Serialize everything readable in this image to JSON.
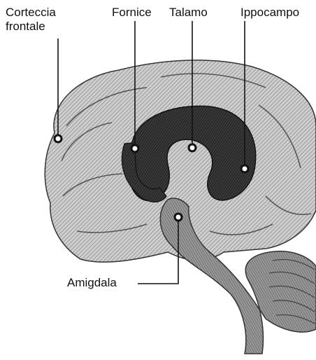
{
  "labels": {
    "cortex_line1": "Corteccia",
    "cortex_line2": "frontale",
    "fornix": "Fornice",
    "thalamus": "Talamo",
    "hippocampus": "Ippocampo",
    "amygdala": "Amigdala"
  },
  "colors": {
    "background": "#ffffff",
    "brain_light": "#b9b9b9",
    "brain_mid": "#8a8a8a",
    "limbic_dark": "#3a3a3a",
    "line": "#111111",
    "marker_fill": "#ffffff"
  },
  "icons": [
    "brain-sagittal-illustration",
    "callout-marker"
  ]
}
